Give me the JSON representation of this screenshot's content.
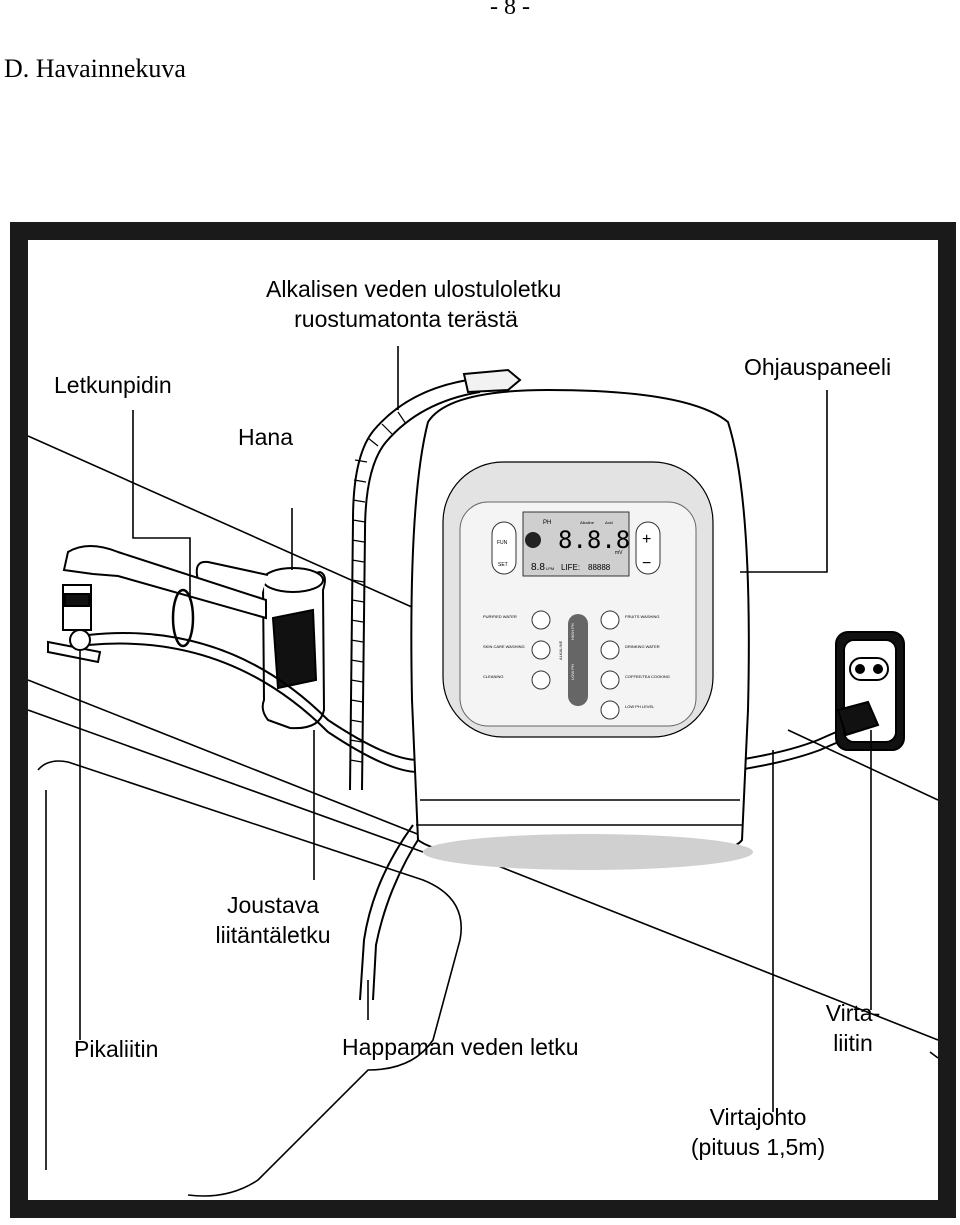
{
  "header": {
    "page_number": "- 8 -",
    "section_title": "D. Havainnekuva"
  },
  "figure": {
    "labels": {
      "alkaline_outlet_line1": "Alkalisen veden ulostuloletku",
      "alkaline_outlet_line2": "ruostumatonta terästä",
      "hose_holder": "Letkunpidin",
      "control_panel": "Ohjauspaneeli",
      "faucet": "Hana",
      "flexible_hose_line1": "Joustava",
      "flexible_hose_line2": "liitäntäletku",
      "quick_connector": "Pikaliitin",
      "acid_water_hose": "Happaman veden letku",
      "power_connector_line1": "Virta-",
      "power_connector_line2": "liitin",
      "power_cord_line1": "Virtajohto",
      "power_cord_line2": "(pituus 1,5m)"
    },
    "panel": {
      "ph_label": "PH",
      "alkaline_label": "Alkaline",
      "acid_label": "Acid",
      "fun_button": "FUN",
      "set_button": "SET",
      "plus_button": "+",
      "minus_button": "−",
      "digits": "8.8.8",
      "mv_label": "mV",
      "small_digits": "8.8",
      "lpm_label": "LPM",
      "life_label": "LIFE:",
      "life_value": "88888",
      "left_options": [
        "PURIFIED WATER",
        "SKIN CARE WASHING",
        "CLEANING"
      ],
      "right_options": [
        "FRUITS WASHING",
        "DRINKING WATER",
        "COFFEE/TEA COOKING",
        "LOW PH LEVEL"
      ],
      "high_ph": "HIGH PH",
      "low_ph": "LOW PH",
      "alkaline_vertical": "ALKALINE"
    }
  }
}
